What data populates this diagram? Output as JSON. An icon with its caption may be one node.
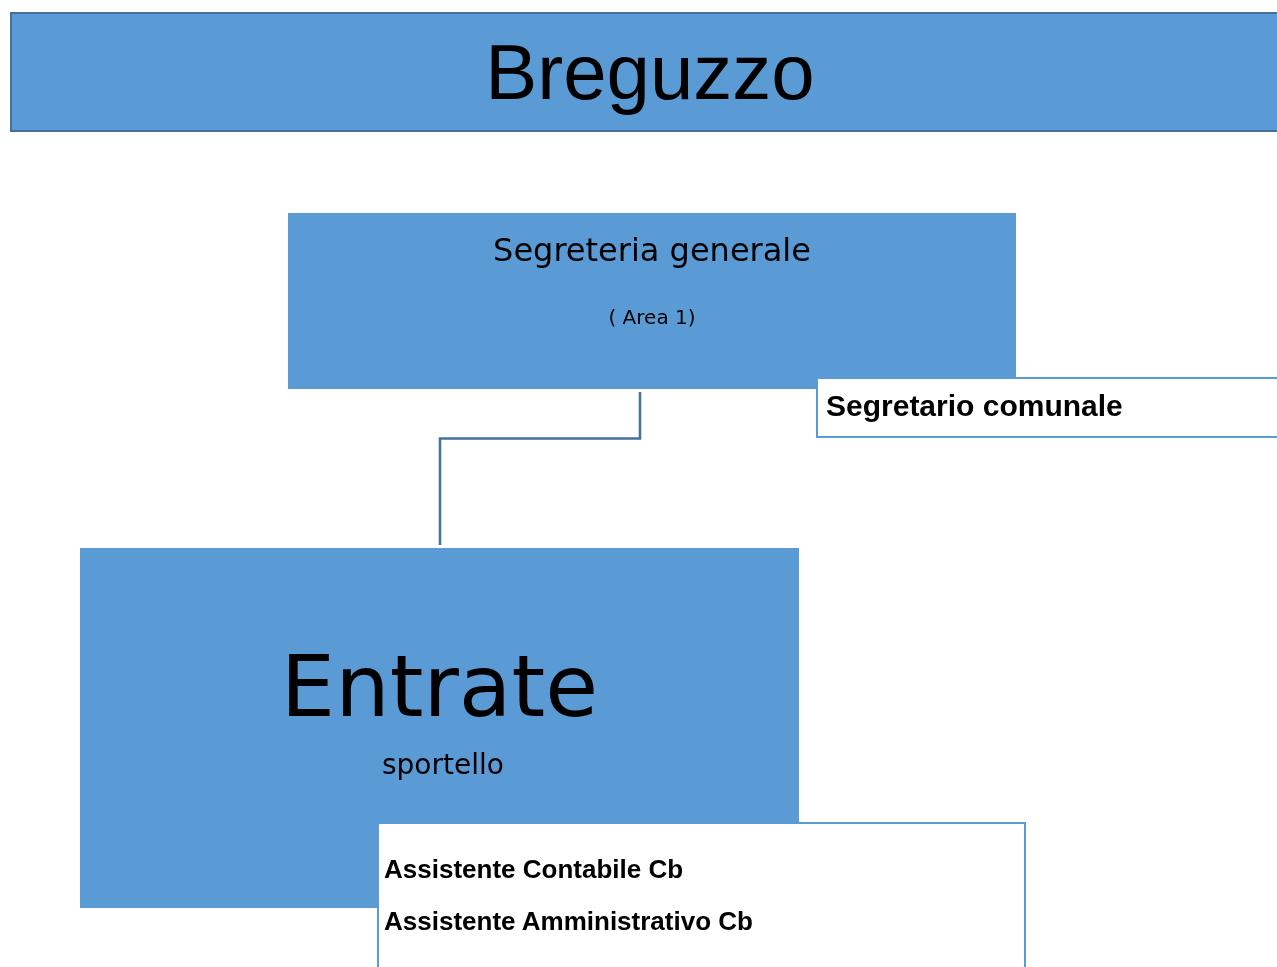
{
  "diagram": {
    "title": "Breguzzo",
    "nodes": [
      {
        "text": [
          "Segreteria generale",
          "( Area 1)"
        ]
      },
      {
        "text": [
          "Segretario comunale"
        ]
      },
      {
        "text": [
          "Entrate",
          "sportello"
        ]
      },
      {
        "text": [
          "Assistente Contabile Cb",
          "Assistente Amministrativo Cb"
        ]
      }
    ],
    "edges": [
      {
        "from": 0,
        "to": 2,
        "arrow": "none"
      }
    ]
  }
}
